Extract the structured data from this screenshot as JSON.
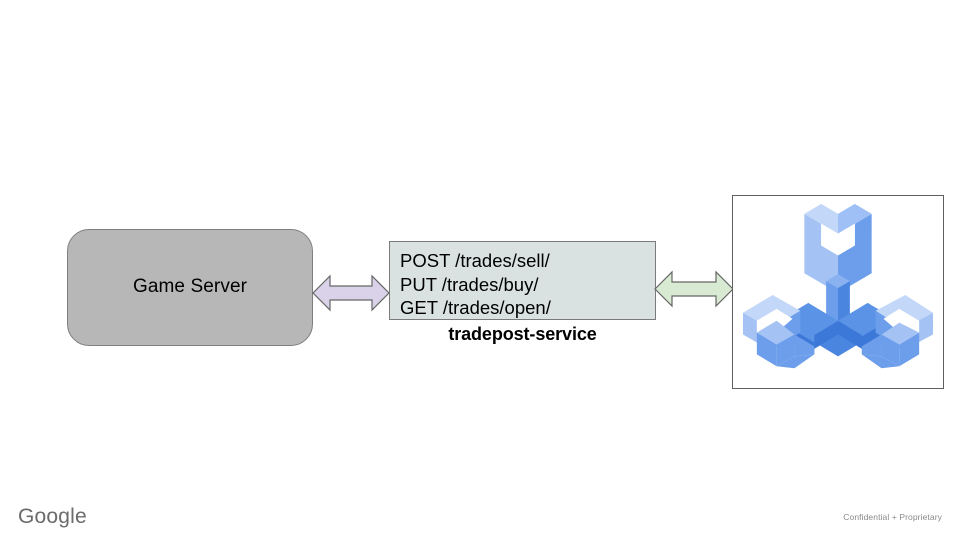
{
  "slide": {
    "background_color": "#ffffff"
  },
  "game_server": {
    "label": "Game Server",
    "fill_color": "#b7b7b7",
    "border_color": "#7f7f7f"
  },
  "left_connector": {
    "name": "double-headed-arrow",
    "direction": "bidirectional",
    "fill_color": "#d9d2e9",
    "border_color": "#666666"
  },
  "service": {
    "endpoints": [
      "POST /trades/sell/",
      "PUT /trades/buy/",
      "GET /trades/open/"
    ],
    "caption": "tradepost-service",
    "fill_color": "#d9e2e1",
    "border_color": "#7b7b7b"
  },
  "right_connector": {
    "name": "double-headed-arrow",
    "direction": "bidirectional",
    "fill_color": "#d9ead3",
    "border_color": "#666666"
  },
  "agones_icon": {
    "name": "agones-tri-wrench-logo",
    "border_color": "#5f5f5f",
    "colors": {
      "light": "#a4c2f4",
      "medium": "#6d9eeb",
      "dark": "#3c78d8"
    }
  },
  "footer": {
    "logo_text": "Google",
    "note": "Confidential + Proprietary",
    "logo_color": "#6b6b6b",
    "note_color": "#8a8a8a"
  }
}
